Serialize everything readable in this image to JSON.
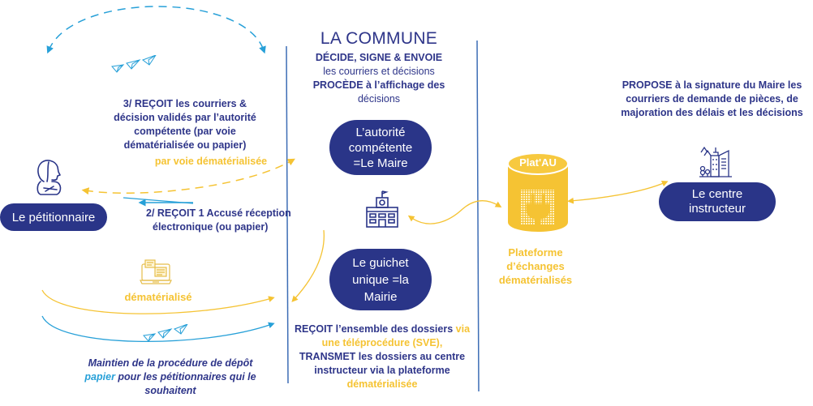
{
  "commune": {
    "title": "LA COMMUNE",
    "line1": "DÉCIDE, SIGNE & ENVOIE",
    "line2": "les courriers et décisions",
    "line3": "PROCÈDE à l’affichage des",
    "line4": "décisions"
  },
  "actors": {
    "petitionnaire": "Le pétitionnaire",
    "autorite": [
      "L’autorité",
      "compétente",
      "=Le Maire"
    ],
    "guichet": [
      "Le guichet",
      "unique =la",
      "Mairie"
    ],
    "centre": [
      "Le centre",
      "instructeur"
    ]
  },
  "step3": {
    "lines": [
      "3/ REÇOIT les courriers  &",
      "décision validés par l’autorité",
      "compétente (par voie",
      "dématérialisée ou papier)"
    ],
    "channel": "par voie dématérialisée"
  },
  "step2": {
    "lines": [
      "2/ REÇOIT 1 Accusé réception",
      "électronique (ou papier)"
    ]
  },
  "depot": {
    "dematerialise": "dématérialisé",
    "maintien_line1": "Maintien de la procédure de dépôt",
    "maintien_papier": "papier",
    "maintien_line2_rest": " pour les pétitionnaires qui le",
    "maintien_line3": "souhaitent"
  },
  "guichet_desc": {
    "recoit": "REÇOIT l’ensemble des dossiers ",
    "via": "via",
    "teleproc": "une téléprocédure (SVE),",
    "transmet": "TRANSMET les dossiers au centre",
    "instructeur": "instructeur via la plateforme",
    "demat": "dématérialisée"
  },
  "platau": {
    "label": "Plat'AU",
    "desc": [
      "Plateforme",
      "d’échanges",
      "dématérialisés"
    ]
  },
  "centre_desc": [
    "PROPOSE à la signature du Maire les",
    "courriers de demande de pièces, de",
    "majoration des délais et les décisions"
  ],
  "icons": {
    "person": "person-icon",
    "laptop": "laptop-chat-icon",
    "paper_planes": "paper-planes-icon",
    "townhall": "town-hall-icon",
    "plug": "plug-icon",
    "city": "city-buildings-icon"
  },
  "colors": {
    "navy": "#2a3588",
    "gold": "#f5c333",
    "cyan": "#27a0d8",
    "divider": "#3d6db5"
  }
}
